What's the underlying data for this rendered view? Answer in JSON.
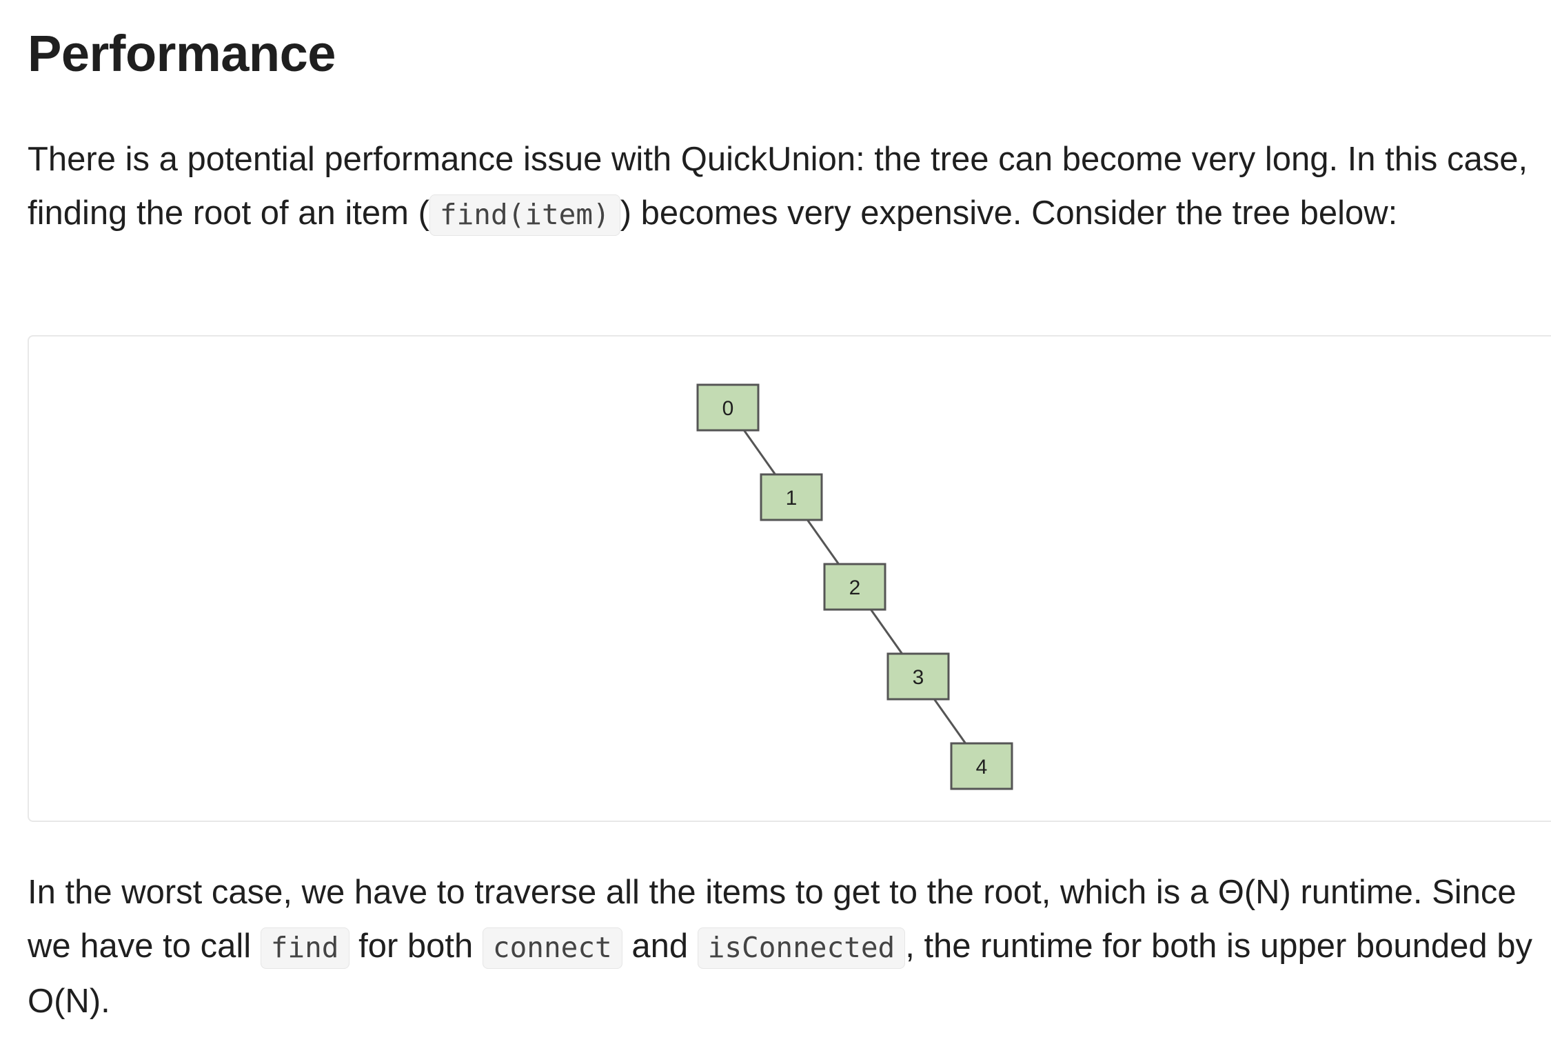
{
  "heading": "Performance",
  "intro": {
    "text1": "There is a potential performance issue with QuickUnion: the tree can become very long. In this case, finding the root of an item (",
    "code1": "find(item)",
    "text2": ") becomes very expensive. Consider the tree below:"
  },
  "diagram": {
    "nodes": [
      "0",
      "1",
      "2",
      "3",
      "4"
    ],
    "edges": [
      [
        "0",
        "1"
      ],
      [
        "1",
        "2"
      ],
      [
        "2",
        "3"
      ],
      [
        "3",
        "4"
      ]
    ],
    "node_fill": "#c3dbb3",
    "node_stroke": "#555555",
    "edge_color": "#555555"
  },
  "conclusion": {
    "text1": "In the worst case, we have to traverse all the items to get to the root, which is a Θ(N) runtime. Since we have to call ",
    "code1": "find",
    "text2": " for both ",
    "code2": "connect",
    "text3": " and ",
    "code3": "isConnected",
    "text4": ", the runtime for both is upper bounded by O(N)."
  }
}
